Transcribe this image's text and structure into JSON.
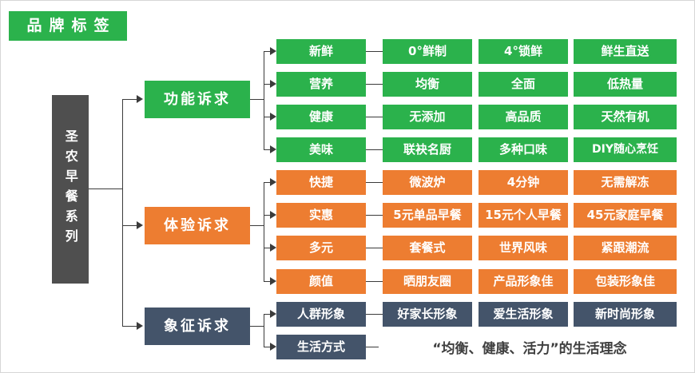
{
  "badge": {
    "label": "品牌标签"
  },
  "root": {
    "label": "圣农早餐系列"
  },
  "branches": [
    {
      "label": "功能诉求",
      "rows": [
        {
          "label": "新鲜",
          "values": [
            "0°鲜制",
            "4°锁鲜",
            "鲜生直送"
          ]
        },
        {
          "label": "营养",
          "values": [
            "均衡",
            "全面",
            "低热量"
          ]
        },
        {
          "label": "健康",
          "values": [
            "无添加",
            "高品质",
            "天然有机"
          ]
        },
        {
          "label": "美味",
          "values": [
            "联袂名厨",
            "多种口味",
            "DIY随心烹饪"
          ]
        }
      ]
    },
    {
      "label": "体验诉求",
      "rows": [
        {
          "label": "快捷",
          "values": [
            "微波炉",
            "4分钟",
            "无需解冻"
          ]
        },
        {
          "label": "实惠",
          "values": [
            "5元单品早餐",
            "15元个人早餐",
            "45元家庭早餐"
          ]
        },
        {
          "label": "多元",
          "values": [
            "套餐式",
            "世界风味",
            "紧跟潮流"
          ]
        },
        {
          "label": "颜值",
          "values": [
            "晒朋友圈",
            "产品形象佳",
            "包装形象佳"
          ]
        }
      ]
    },
    {
      "label": "象征诉求",
      "rows": [
        {
          "label": "人群形象",
          "values": [
            "好家长形象",
            "爱生活形象",
            "新时尚形象"
          ]
        },
        {
          "label": "生活方式",
          "wide_text": "“均衡、健康、活力”的生活理念"
        }
      ]
    }
  ],
  "colors": {
    "green": "#2BB24C",
    "orange": "#ED7D31",
    "dark_slate": "#44546A",
    "gray": "#4F4F4F"
  }
}
